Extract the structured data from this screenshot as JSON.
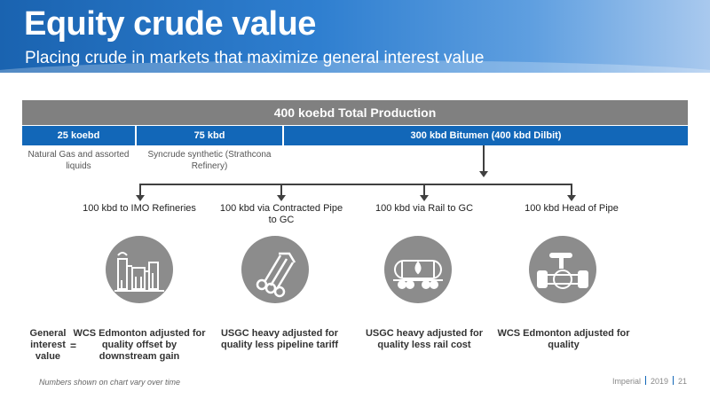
{
  "header": {
    "title": "Equity crude value",
    "subtitle": "Placing crude in markets that maximize general interest value"
  },
  "production": {
    "total": "400 koebd Total Production",
    "segments": [
      {
        "label": "25 koebd",
        "note": "Natural Gas and assorted liquids"
      },
      {
        "label": "75 kbd",
        "note": "Syncrude synthetic (Strathcona Refinery)"
      },
      {
        "label": "300 kbd Bitumen (400 kbd Dilbit)"
      }
    ]
  },
  "routes": [
    {
      "label": "100 kbd to IMO Refineries",
      "icon": "refinery-icon",
      "value": "WCS Edmonton adjusted for quality offset by downstream gain"
    },
    {
      "label": "100 kbd via Contracted Pipe to GC",
      "icon": "pipeline-icon",
      "value": "USGC heavy adjusted for quality less pipeline tariff"
    },
    {
      "label": "100 kbd via Rail to GC",
      "icon": "rail-tank-car-icon",
      "value": "USGC heavy adjusted for quality less rail cost"
    },
    {
      "label": "100 kbd Head of Pipe",
      "icon": "pipe-valve-icon",
      "value": "WCS Edmonton adjusted for quality"
    }
  ],
  "general_interest_label": "General interest value",
  "equals": "=",
  "footnote": "Numbers shown on chart vary over time",
  "footer": {
    "company": "Imperial",
    "year": "2019",
    "page": "21"
  },
  "colors": {
    "blue": "#1267b8",
    "gray_bar": "#808080",
    "icon_circle": "#8c8c8c"
  }
}
